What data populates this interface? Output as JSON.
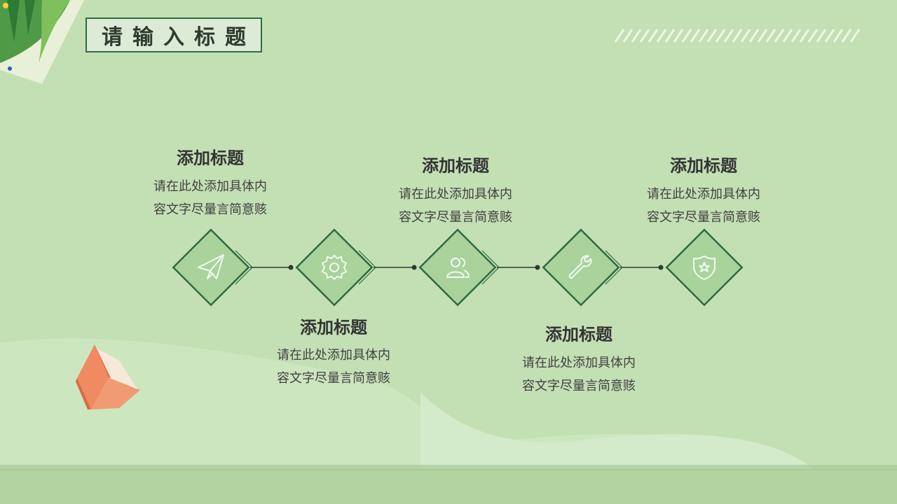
{
  "slide": {
    "title": "请输入标题",
    "steps": [
      {
        "heading": "添加标题",
        "line1": "请在此处添加具体内",
        "line2": "容文字尽量言简意赅",
        "icon": "paper-plane-icon"
      },
      {
        "heading": "添加标题",
        "line1": "请在此处添加具体内",
        "line2": "容文字尽量言简意赅",
        "icon": "gear-icon"
      },
      {
        "heading": "添加标题",
        "line1": "请在此处添加具体内",
        "line2": "容文字尽量言简意赅",
        "icon": "users-icon"
      },
      {
        "heading": "添加标题",
        "line1": "请在此处添加具体内",
        "line2": "容文字尽量言简意赅",
        "icon": "wrench-icon"
      },
      {
        "heading": "添加标题",
        "line1": "请在此处添加具体内",
        "line2": "容文字尽量言简意赅",
        "icon": "shield-star-icon"
      }
    ]
  },
  "colors": {
    "background": "#c3e0b5",
    "diamond_fill": "#a9d39b",
    "diamond_stroke": "#2f6a41",
    "footer_band": "#b1d4a0",
    "book": "#f08a62"
  }
}
